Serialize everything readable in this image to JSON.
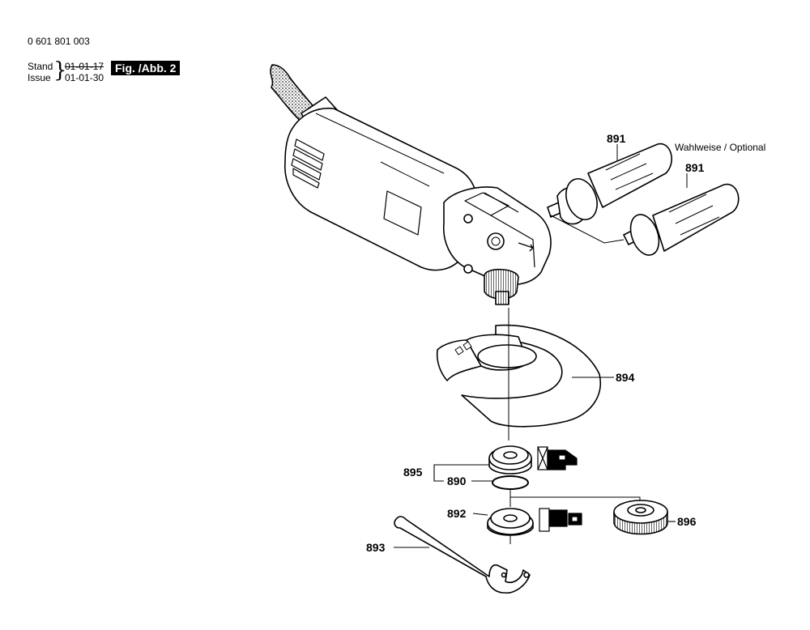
{
  "header": {
    "part_number": "0 601 801 003",
    "stand_label": "Stand",
    "issue_label": "Issue",
    "brace": "}",
    "stand_date": "01-01-17",
    "issue_date": "01-01-30",
    "figure_badge": "Fig. /Abb. 2"
  },
  "callouts": {
    "handle_straight": "891",
    "handle_angled": "891",
    "optional_note": "Wahlweise / Optional",
    "guard": "894",
    "flange_assembly": "895",
    "o_ring": "890",
    "clamp_nut": "892",
    "quick_nut": "896",
    "spanner": "893"
  }
}
